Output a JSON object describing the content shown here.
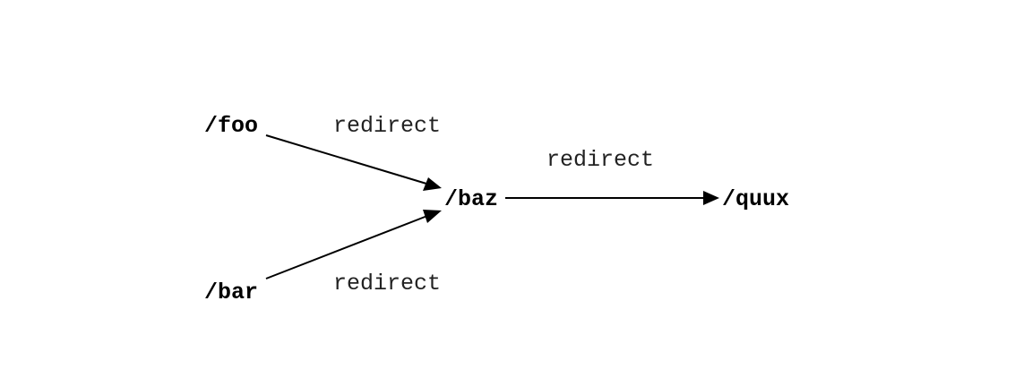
{
  "nodes": {
    "foo": "/foo",
    "bar": "/bar",
    "baz": "/baz",
    "quux": "/quux"
  },
  "edges": {
    "foo_to_baz": "redirect",
    "bar_to_baz": "redirect",
    "baz_to_quux": "redirect"
  },
  "colors": {
    "line": "#000000",
    "text": "#000000",
    "background": "#ffffff"
  }
}
